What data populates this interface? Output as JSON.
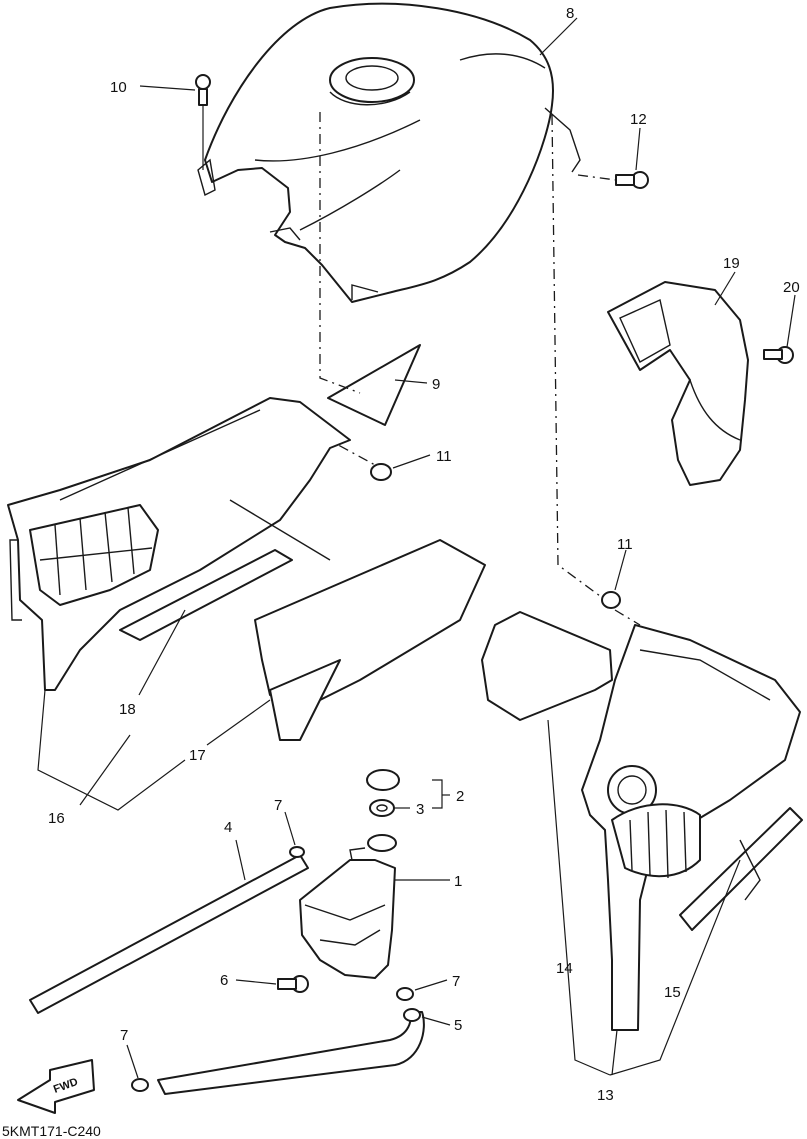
{
  "diagram": {
    "code": "5KMT171-C240",
    "fwd_label": "FWD",
    "callouts": {
      "c1": "1",
      "c2": "2",
      "c3": "3",
      "c4": "4",
      "c5": "5",
      "c6": "6",
      "c7a": "7",
      "c7b": "7",
      "c7c": "7",
      "c8": "8",
      "c9": "9",
      "c10": "10",
      "c11a": "11",
      "c11b": "11",
      "c12": "12",
      "c13": "13",
      "c14": "14",
      "c15": "15",
      "c16": "16",
      "c17": "17",
      "c18": "18",
      "c19": "19",
      "c20": "20"
    }
  }
}
